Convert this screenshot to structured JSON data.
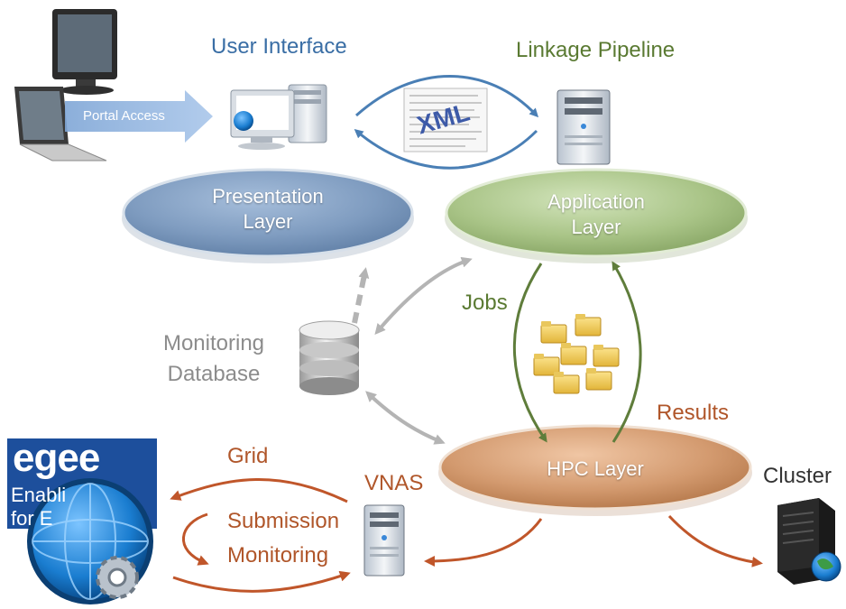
{
  "labels": {
    "user_interface": "User Interface",
    "linkage_pipeline": "Linkage Pipeline",
    "portal_access": "Portal Access",
    "xml": "XML",
    "presentation_layer_line1": "Presentation",
    "presentation_layer_line2": "Layer",
    "application_layer_line1": "Application",
    "application_layer_line2": "Layer",
    "jobs": "Jobs",
    "results": "Results",
    "monitoring_database_line1": "Monitoring",
    "monitoring_database_line2": "Database",
    "hpc_layer": "HPC Layer",
    "grid": "Grid",
    "vnas": "VNAS",
    "cluster": "Cluster",
    "submission": "Submission",
    "monitoring": "Monitoring"
  },
  "logo": {
    "name": "egee",
    "line1": "Enabli",
    "line2": "for E"
  },
  "colors": {
    "presentation_layer": "#7f9cc0",
    "application_layer": "#a9c487",
    "hpc_layer": "#d39a6f",
    "blue_arrows": "#4a7fb5",
    "green_arrows": "#5f7d3b",
    "gray_arrows": "#b4b4b4",
    "rust_arrows": "#c0562a",
    "title_blue": "#3a6ea5",
    "title_green": "#5a7a32"
  },
  "icons": [
    "monitor-icon",
    "laptop-icon",
    "desktop-pc-icon",
    "xml-document-icon",
    "server-tower-icon",
    "database-icon",
    "folders-icon",
    "egee-logo",
    "globe-gear-icon",
    "cluster-server-icon"
  ]
}
